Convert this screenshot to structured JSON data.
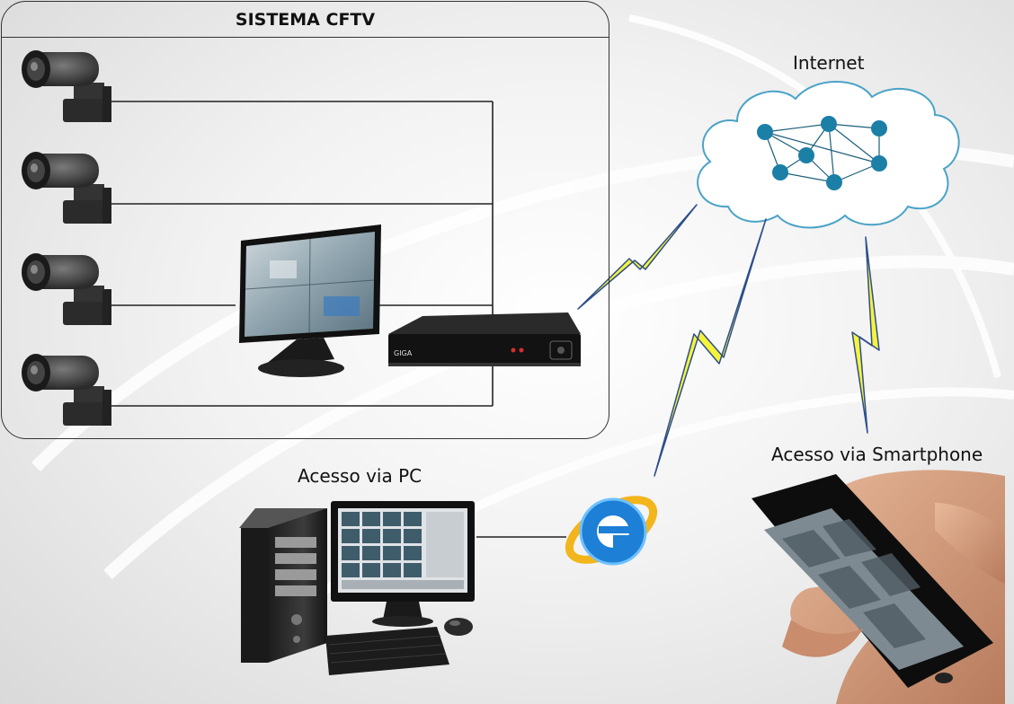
{
  "diagram": {
    "system_title": "SISTEMA CFTV",
    "internet_label": "Internet",
    "pc_label": "Acesso via PC",
    "smartphone_label": "Acesso via Smartphone",
    "dvr_brand": "GIGA",
    "cameras": [
      "camera-1",
      "camera-2",
      "camera-3",
      "camera-4"
    ],
    "colors": {
      "lightning": "#f6f33a",
      "lightning_outline": "#2d4e8c",
      "cloud_fill": "#ffffff",
      "cloud_stroke": "#4aa3c7",
      "node": "#1b7fa6",
      "ie_blue": "#1d7fd6",
      "ie_ring": "#f2b51c"
    }
  }
}
